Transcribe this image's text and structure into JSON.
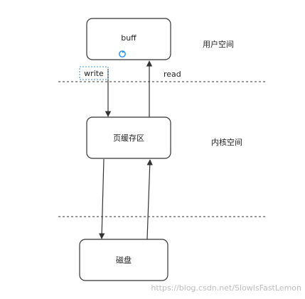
{
  "diagram": {
    "nodes": {
      "buff": {
        "label": "buff"
      },
      "page_cache": {
        "label": "页缓存区"
      },
      "disk": {
        "label": "磁盘"
      }
    },
    "regions": {
      "user_space": "用户空间",
      "kernel_space": "内核空间"
    },
    "edges": {
      "write": "write",
      "read": "read"
    }
  },
  "watermark": "https://blog.csdn.net/SlowIsFastLemon",
  "colors": {
    "box_stroke": "#333333",
    "arrow": "#333333",
    "dashed_line": "#333333",
    "selection": "#4a90c8",
    "refresh_icon": "#1e90ff",
    "watermark": "#bdbdbd"
  }
}
